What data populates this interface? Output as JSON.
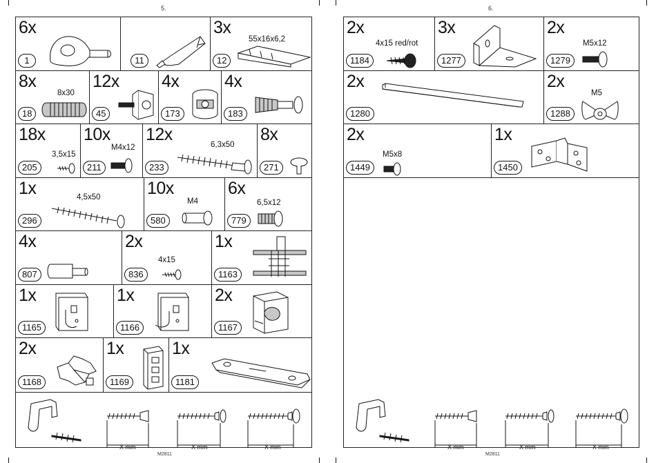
{
  "left_page": {
    "page_number": "5.",
    "footer_code": "M2811",
    "rows": [
      [
        {
          "qty": "6x",
          "number": "1",
          "size": "",
          "icon": "cam-lock-bracket-icon"
        },
        {
          "qty": "",
          "number": "11",
          "size": "",
          "icon": "glue-tube-icon"
        },
        {
          "qty": "3x",
          "number": "12",
          "size": "55x16x6,2",
          "icon": "wedge-shim-icon"
        }
      ],
      [
        {
          "qty": "8x",
          "number": "18",
          "size": "8x30",
          "icon": "wooden-dowel-icon"
        },
        {
          "qty": "12x",
          "number": "45",
          "size": "",
          "icon": "cabinet-connector-screw-icon"
        },
        {
          "qty": "4x",
          "number": "173",
          "size": "",
          "icon": "cam-lock-icon"
        },
        {
          "qty": "4x",
          "number": "183",
          "size": "",
          "icon": "connector-bolt-icon"
        }
      ],
      [
        {
          "qty": "18x",
          "number": "205",
          "size": "3,5x15",
          "icon": "small-screw-icon"
        },
        {
          "qty": "10x",
          "number": "211",
          "size": "M4x12",
          "icon": "machine-screw-icon"
        },
        {
          "qty": "12x",
          "number": "233",
          "size": "6,3x50",
          "icon": "long-screw-icon"
        },
        {
          "qty": "8x",
          "number": "271",
          "size": "",
          "icon": "shelf-pin-cap-icon"
        }
      ],
      [
        {
          "qty": "1x",
          "number": "296",
          "size": "4,5x50",
          "icon": "wood-screw-icon"
        },
        {
          "qty": "10x",
          "number": "580",
          "size": "M4",
          "icon": "sleeve-nut-icon"
        },
        {
          "qty": "6x",
          "number": "779",
          "size": "6,5x12",
          "icon": "euro-screw-icon"
        }
      ],
      [
        {
          "qty": "4x",
          "number": "807",
          "size": "",
          "icon": "shelf-support-peg-icon"
        },
        {
          "qty": "2x",
          "number": "836",
          "size": "4x15",
          "icon": "small-screw-icon"
        },
        {
          "qty": "1x",
          "number": "1163",
          "size": "",
          "icon": "hanging-rail-bracket-icon"
        }
      ],
      [
        {
          "qty": "1x",
          "number": "1165",
          "size": "",
          "icon": "hook-plate-left-icon"
        },
        {
          "qty": "1x",
          "number": "1166",
          "size": "",
          "icon": "hook-plate-right-icon"
        },
        {
          "qty": "2x",
          "number": "1167",
          "size": "",
          "icon": "rail-end-block-icon"
        }
      ],
      [
        {
          "qty": "2x",
          "number": "1168",
          "size": "",
          "icon": "drawer-clip-icon"
        },
        {
          "qty": "1x",
          "number": "1169",
          "size": "",
          "icon": "door-clip-icon"
        },
        {
          "qty": "1x",
          "number": "1181",
          "size": "",
          "icon": "long-mounting-strip-icon"
        }
      ]
    ],
    "footer_labels": [
      "X mm",
      "X mm",
      "X mm"
    ]
  },
  "right_page": {
    "page_number": "6.",
    "footer_code": "M2811",
    "rows": [
      [
        {
          "qty": "2x",
          "number": "1184",
          "size": "4x15 red/rot",
          "icon": "dark-screw-icon"
        },
        {
          "qty": "3x",
          "number": "1277",
          "size": "",
          "icon": "angle-bracket-icon"
        },
        {
          "qty": "2x",
          "number": "1279",
          "size": "M5x12",
          "icon": "machine-screw-icon"
        }
      ],
      [
        {
          "qty": "2x",
          "number": "1280",
          "size": "",
          "icon": "metal-rod-icon"
        },
        {
          "qty": "2x",
          "number": "1288",
          "size": "M5",
          "icon": "wing-nut-icon"
        }
      ],
      [
        {
          "qty": "2x",
          "number": "1449",
          "size": "M5x8",
          "icon": "short-machine-screw-icon"
        },
        {
          "qty": "1x",
          "number": "1450",
          "size": "",
          "icon": "hinge-plate-icon"
        }
      ]
    ],
    "footer_labels": [
      "X mm",
      "X mm",
      "X mm"
    ]
  }
}
